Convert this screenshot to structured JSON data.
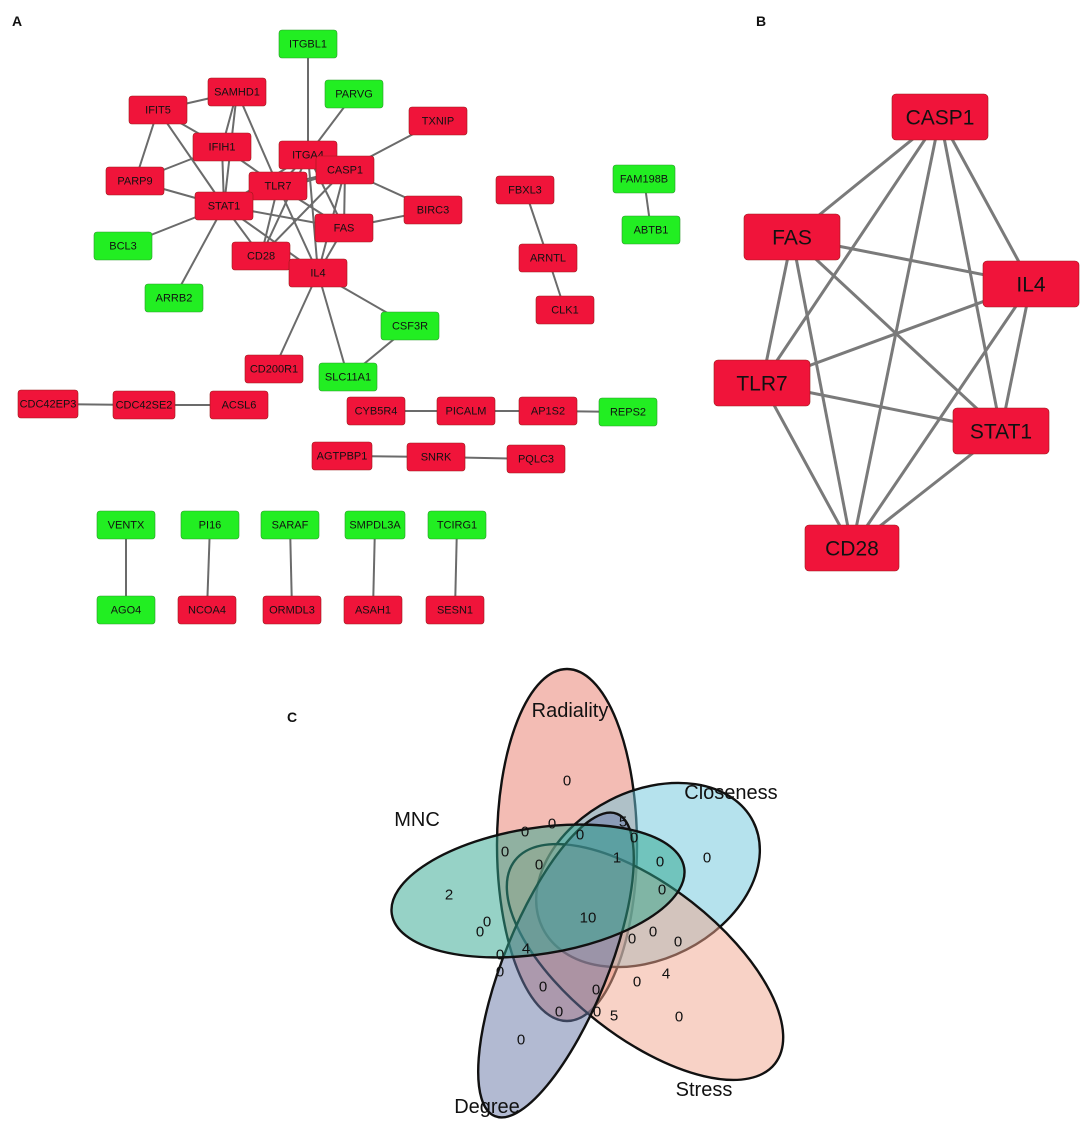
{
  "panels": {
    "a": "A",
    "b": "B",
    "c": "C"
  },
  "colors": {
    "red": "#f0143a",
    "green": "#22ee22"
  },
  "network_a": {
    "nodes": [
      {
        "id": "ITGBL1",
        "c": "green"
      },
      {
        "id": "PARVG",
        "c": "green"
      },
      {
        "id": "SAMHD1",
        "c": "red"
      },
      {
        "id": "IFIT5",
        "c": "red"
      },
      {
        "id": "IFIH1",
        "c": "red"
      },
      {
        "id": "ITGA4",
        "c": "red"
      },
      {
        "id": "CASP1",
        "c": "red"
      },
      {
        "id": "TXNIP",
        "c": "red"
      },
      {
        "id": "PARP9",
        "c": "red"
      },
      {
        "id": "TLR7",
        "c": "red"
      },
      {
        "id": "STAT1",
        "c": "red"
      },
      {
        "id": "FAS",
        "c": "red"
      },
      {
        "id": "BIRC3",
        "c": "red"
      },
      {
        "id": "BCL3",
        "c": "green"
      },
      {
        "id": "CD28",
        "c": "red"
      },
      {
        "id": "IL4",
        "c": "red"
      },
      {
        "id": "ARRB2",
        "c": "green"
      },
      {
        "id": "CSF3R",
        "c": "green"
      },
      {
        "id": "CD200R1",
        "c": "red"
      },
      {
        "id": "SLC11A1",
        "c": "green"
      },
      {
        "id": "FBXL3",
        "c": "red"
      },
      {
        "id": "ARNTL",
        "c": "red"
      },
      {
        "id": "CLK1",
        "c": "red"
      },
      {
        "id": "FAM198B",
        "c": "green"
      },
      {
        "id": "ABTB1",
        "c": "green"
      },
      {
        "id": "CDC42EP3",
        "c": "red"
      },
      {
        "id": "CDC42SE2",
        "c": "red"
      },
      {
        "id": "ACSL6",
        "c": "red"
      },
      {
        "id": "CYB5R4",
        "c": "red"
      },
      {
        "id": "PICALM",
        "c": "red"
      },
      {
        "id": "AP1S2",
        "c": "red"
      },
      {
        "id": "REPS2",
        "c": "green"
      },
      {
        "id": "AGTPBP1",
        "c": "red"
      },
      {
        "id": "SNRK",
        "c": "red"
      },
      {
        "id": "PQLC3",
        "c": "red"
      },
      {
        "id": "VENTX",
        "c": "green"
      },
      {
        "id": "AGO4",
        "c": "green"
      },
      {
        "id": "PI16",
        "c": "green"
      },
      {
        "id": "NCOA4",
        "c": "red"
      },
      {
        "id": "SARAF",
        "c": "green"
      },
      {
        "id": "ORMDL3",
        "c": "red"
      },
      {
        "id": "SMPDL3A",
        "c": "green"
      },
      {
        "id": "ASAH1",
        "c": "red"
      },
      {
        "id": "TCIRG1",
        "c": "green"
      },
      {
        "id": "SESN1",
        "c": "red"
      }
    ],
    "edges": [
      [
        "ITGBL1",
        "ITGA4"
      ],
      [
        "PARVG",
        "ITGA4"
      ],
      [
        "SAMHD1",
        "STAT1"
      ],
      [
        "SAMHD1",
        "IFIH1"
      ],
      [
        "SAMHD1",
        "TLR7"
      ],
      [
        "IFIT5",
        "SAMHD1"
      ],
      [
        "IFIT5",
        "IFIH1"
      ],
      [
        "IFIT5",
        "STAT1"
      ],
      [
        "IFIT5",
        "PARP9"
      ],
      [
        "IFIH1",
        "PARP9"
      ],
      [
        "IFIH1",
        "STAT1"
      ],
      [
        "IFIH1",
        "TLR7"
      ],
      [
        "PARP9",
        "STAT1"
      ],
      [
        "ITGA4",
        "TLR7"
      ],
      [
        "ITGA4",
        "STAT1"
      ],
      [
        "ITGA4",
        "CD28"
      ],
      [
        "ITGA4",
        "IL4"
      ],
      [
        "ITGA4",
        "FAS"
      ],
      [
        "CASP1",
        "TLR7"
      ],
      [
        "CASP1",
        "STAT1"
      ],
      [
        "CASP1",
        "FAS"
      ],
      [
        "CASP1",
        "IL4"
      ],
      [
        "CASP1",
        "CD28"
      ],
      [
        "CASP1",
        "BIRC3"
      ],
      [
        "CASP1",
        "TXNIP"
      ],
      [
        "TLR7",
        "STAT1"
      ],
      [
        "TLR7",
        "FAS"
      ],
      [
        "TLR7",
        "CD28"
      ],
      [
        "TLR7",
        "IL4"
      ],
      [
        "STAT1",
        "FAS"
      ],
      [
        "STAT1",
        "CD28"
      ],
      [
        "STAT1",
        "IL4"
      ],
      [
        "STAT1",
        "BCL3"
      ],
      [
        "STAT1",
        "ARRB2"
      ],
      [
        "FAS",
        "IL4"
      ],
      [
        "FAS",
        "BIRC3"
      ],
      [
        "CD28",
        "IL4"
      ],
      [
        "IL4",
        "CSF3R"
      ],
      [
        "IL4",
        "CD200R1"
      ],
      [
        "IL4",
        "SLC11A1"
      ],
      [
        "CSF3R",
        "SLC11A1"
      ],
      [
        "FBXL3",
        "ARNTL"
      ],
      [
        "ARNTL",
        "CLK1"
      ],
      [
        "FAM198B",
        "ABTB1"
      ],
      [
        "CDC42EP3",
        "CDC42SE2"
      ],
      [
        "CDC42SE2",
        "ACSL6"
      ],
      [
        "CYB5R4",
        "PICALM"
      ],
      [
        "PICALM",
        "AP1S2"
      ],
      [
        "AP1S2",
        "REPS2"
      ],
      [
        "AGTPBP1",
        "SNRK"
      ],
      [
        "SNRK",
        "PQLC3"
      ],
      [
        "VENTX",
        "AGO4"
      ],
      [
        "PI16",
        "NCOA4"
      ],
      [
        "SARAF",
        "ORMDL3"
      ],
      [
        "SMPDL3A",
        "ASAH1"
      ],
      [
        "TCIRG1",
        "SESN1"
      ]
    ]
  },
  "network_b": {
    "nodes": [
      "CASP1",
      "FAS",
      "IL4",
      "TLR7",
      "STAT1",
      "CD28"
    ],
    "edges": [
      [
        "CASP1",
        "FAS"
      ],
      [
        "CASP1",
        "TLR7"
      ],
      [
        "CASP1",
        "CD28"
      ],
      [
        "CASP1",
        "STAT1"
      ],
      [
        "CASP1",
        "IL4"
      ],
      [
        "FAS",
        "TLR7"
      ],
      [
        "FAS",
        "CD28"
      ],
      [
        "FAS",
        "STAT1"
      ],
      [
        "FAS",
        "IL4"
      ],
      [
        "TLR7",
        "IL4"
      ],
      [
        "TLR7",
        "STAT1"
      ],
      [
        "TLR7",
        "CD28"
      ],
      [
        "IL4",
        "STAT1"
      ],
      [
        "IL4",
        "CD28"
      ],
      [
        "STAT1",
        "CD28"
      ]
    ]
  },
  "venn": {
    "sets": [
      {
        "name": "Radiality",
        "color": "#e8796a"
      },
      {
        "name": "Closeness",
        "color": "#6cc6dc"
      },
      {
        "name": "Stress",
        "color": "#f2a68d"
      },
      {
        "name": "Degree",
        "color": "#6676a6"
      },
      {
        "name": "MNC",
        "color": "#2ea58e"
      }
    ],
    "counts": [
      "0",
      "0",
      "5",
      "0",
      "0",
      "1",
      "2",
      "0",
      "0",
      "0",
      "0",
      "0",
      "10",
      "0",
      "0",
      "0",
      "4",
      "0",
      "4",
      "0",
      "0",
      "0",
      "0",
      "0",
      "0",
      "5",
      "0",
      "0",
      "0",
      "0",
      "0"
    ]
  }
}
